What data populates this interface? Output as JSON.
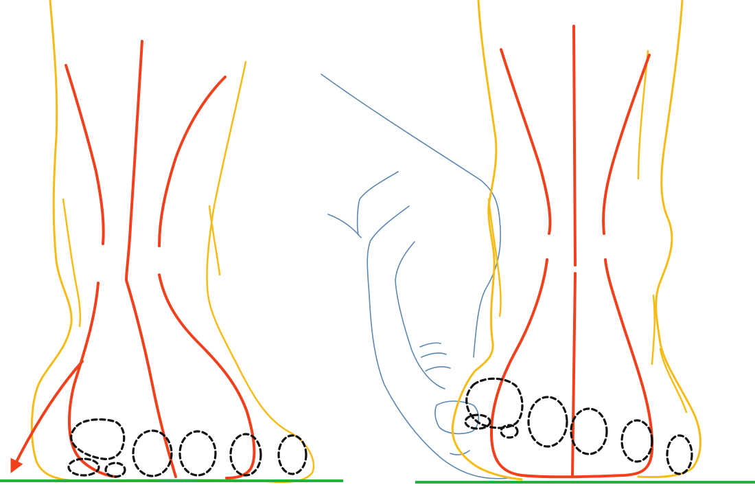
{
  "figure": {
    "panels": [
      {
        "name": "left-foot",
        "outline_color": "#F6BB14",
        "tendon_color": "#F2401C",
        "toe_count": 5,
        "has_arrow": true
      },
      {
        "name": "right-foot-with-hand",
        "outline_color": "#F6BB14",
        "tendon_color": "#F2401C",
        "hand_color": "#5A86B4",
        "toe_count": 5,
        "has_arrow": false
      }
    ],
    "ground_color": "#1FB33B",
    "toe_outline_color": "#111111",
    "icons": [
      "arrow-down-left-icon"
    ]
  }
}
